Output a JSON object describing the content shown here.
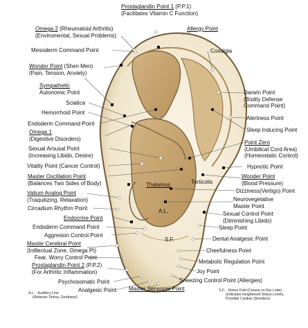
{
  "labels": {
    "p_pp1": {
      "title": "Prostaglandin Point 1",
      "extra": " (P.P.1)",
      "sub": "(Facilitates Vitamin C Function)"
    },
    "allergy": "Allergy Point",
    "omega2": {
      "title": "Omega 2",
      "extra": " (Rheumatoid Arthritis)",
      "sub": "(Enviromental, Sexual Problems)"
    },
    "coxalgia": "Coxalgia",
    "mesoderm": "Mesoderm Command Point",
    "wonder1": {
      "title": "Wonder Point",
      "extra": " (Shen Men)",
      "sub": "(Pain, Tension, Anxiety)"
    },
    "sympathetic": {
      "title": "Sympathetic",
      "sub": "Autonomic Point"
    },
    "darwin": {
      "l1": "Darwin Point",
      "l2": "(Bodily Defense",
      "l3": "Command Point)"
    },
    "sciatica": "Sciatica",
    "hemorrhoid": "Hemorrhoid Point",
    "alertness": "Alertness Point",
    "endoderm_cmd": "Endoderm Command Point",
    "sleep_inducing": "Sleep Inducing Point",
    "omega1": {
      "title": "Omega 1",
      "sub": "(Digestive Disorders)"
    },
    "point_zero": {
      "title": "Point Zero",
      "l2": "(Umbilical Cord Area)",
      "l3": "(Homeostatic Control)"
    },
    "sexual_arousal": {
      "l1": "Sexual Arousal Point",
      "l2": "(Increasing Libido, Desire)"
    },
    "vitality": "Vitality Point (Cancer Control)",
    "hypnotic": "Hypnotic Point",
    "master_osc": {
      "title": "Master Oscillation Point",
      "sub": "(Balances Two Sides of Body)"
    },
    "wonder2": {
      "title": "Wonder Point",
      "sub": "(Blood Pressure)"
    },
    "torticolis": "Torticolis",
    "thalamus": "Thalamus",
    "dizziness": "Dizziness(Vertigo) Point",
    "valium": {
      "title": "Valium Analog Point",
      "sub": "(Traquilizing, Relaxation)"
    },
    "neurovegetative": {
      "l1": "Neurovegetative",
      "l2": "Master Point"
    },
    "circadium": "Circadium Rhythm Point",
    "al": "A.L.",
    "sexual_control": {
      "l1": "Sexual Control Point",
      "l2": "(Diminishing Libido)"
    },
    "endocrine": "Endocrine Point",
    "endoderm_cmd2": "Endoderm Command Point",
    "sleep": "Sleep Point",
    "aggresion": "Aggresion Control Point",
    "dental": "Dental Analgesic Point",
    "master_cerebral": {
      "title": "Master Cerebral Point",
      "sub": "(Intllectual Zone, Omega Pt)"
    },
    "sf": "S.F.",
    "cheefulness": "Cheefulness Point",
    "fear": "Fear, Worry Control Point",
    "metabolic": "Metabolic Regulation Point",
    "pp2": {
      "title": "Prostaglandin Point 2",
      "extra": " (P.P.2)",
      "sub": "(For Arthritic Inflammation)"
    },
    "joy": "Joy Point",
    "psychosomatic": "Psychosomatic Point",
    "sneezing": "Sneezing Control Point (Allergies)",
    "analgesic": "Analgesic Point",
    "master_sensorial": "Master Sensorial Point"
  },
  "footnotes": {
    "al_note": {
      "l1": "A.L. - Auditory Line",
      "l2": "(Relieves Tinitus, Deafness)"
    },
    "sf_note": {
      "l1": "S.F. - Stress Fold (Crease on Ear Lobe)",
      "l2": "(Indicates Heightened Stress Levels,",
      "l3": "Possible Cardiac Disorders)"
    }
  },
  "colors": {
    "skin": "#f3ead4",
    "hollow": "#c8a878",
    "hollow_dark": "#b18d58",
    "outline": "#6e5a3a",
    "line": "#555555",
    "point": "#111111"
  }
}
